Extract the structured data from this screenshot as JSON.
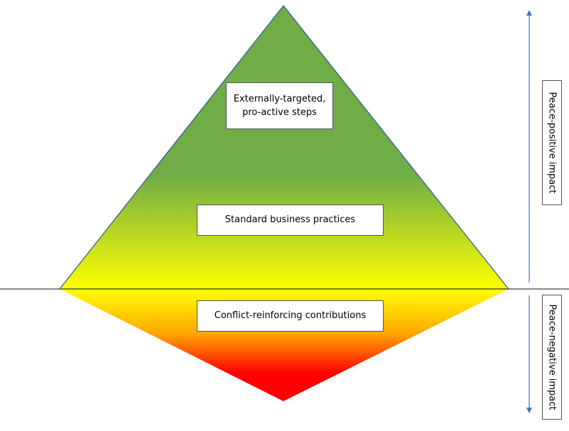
{
  "colors": {
    "green": "#70AD47",
    "yellow": "#FFFF00",
    "orange": "#FFA500",
    "red": "#FF0000",
    "outline": "#2F5597",
    "arrow": "#4472C4",
    "baseline": "#404040"
  },
  "levels": {
    "top": {
      "line1": "Externally-targeted,",
      "line2": "pro-active steps"
    },
    "middle": {
      "label": "Standard business practices"
    },
    "bottom": {
      "label": "Conflict-reinforcing contributions"
    }
  },
  "axis": {
    "positive_label": "Peace-positive impact",
    "negative_label": "Peace-negative impact",
    "positive_direction": "up",
    "negative_direction": "down"
  }
}
